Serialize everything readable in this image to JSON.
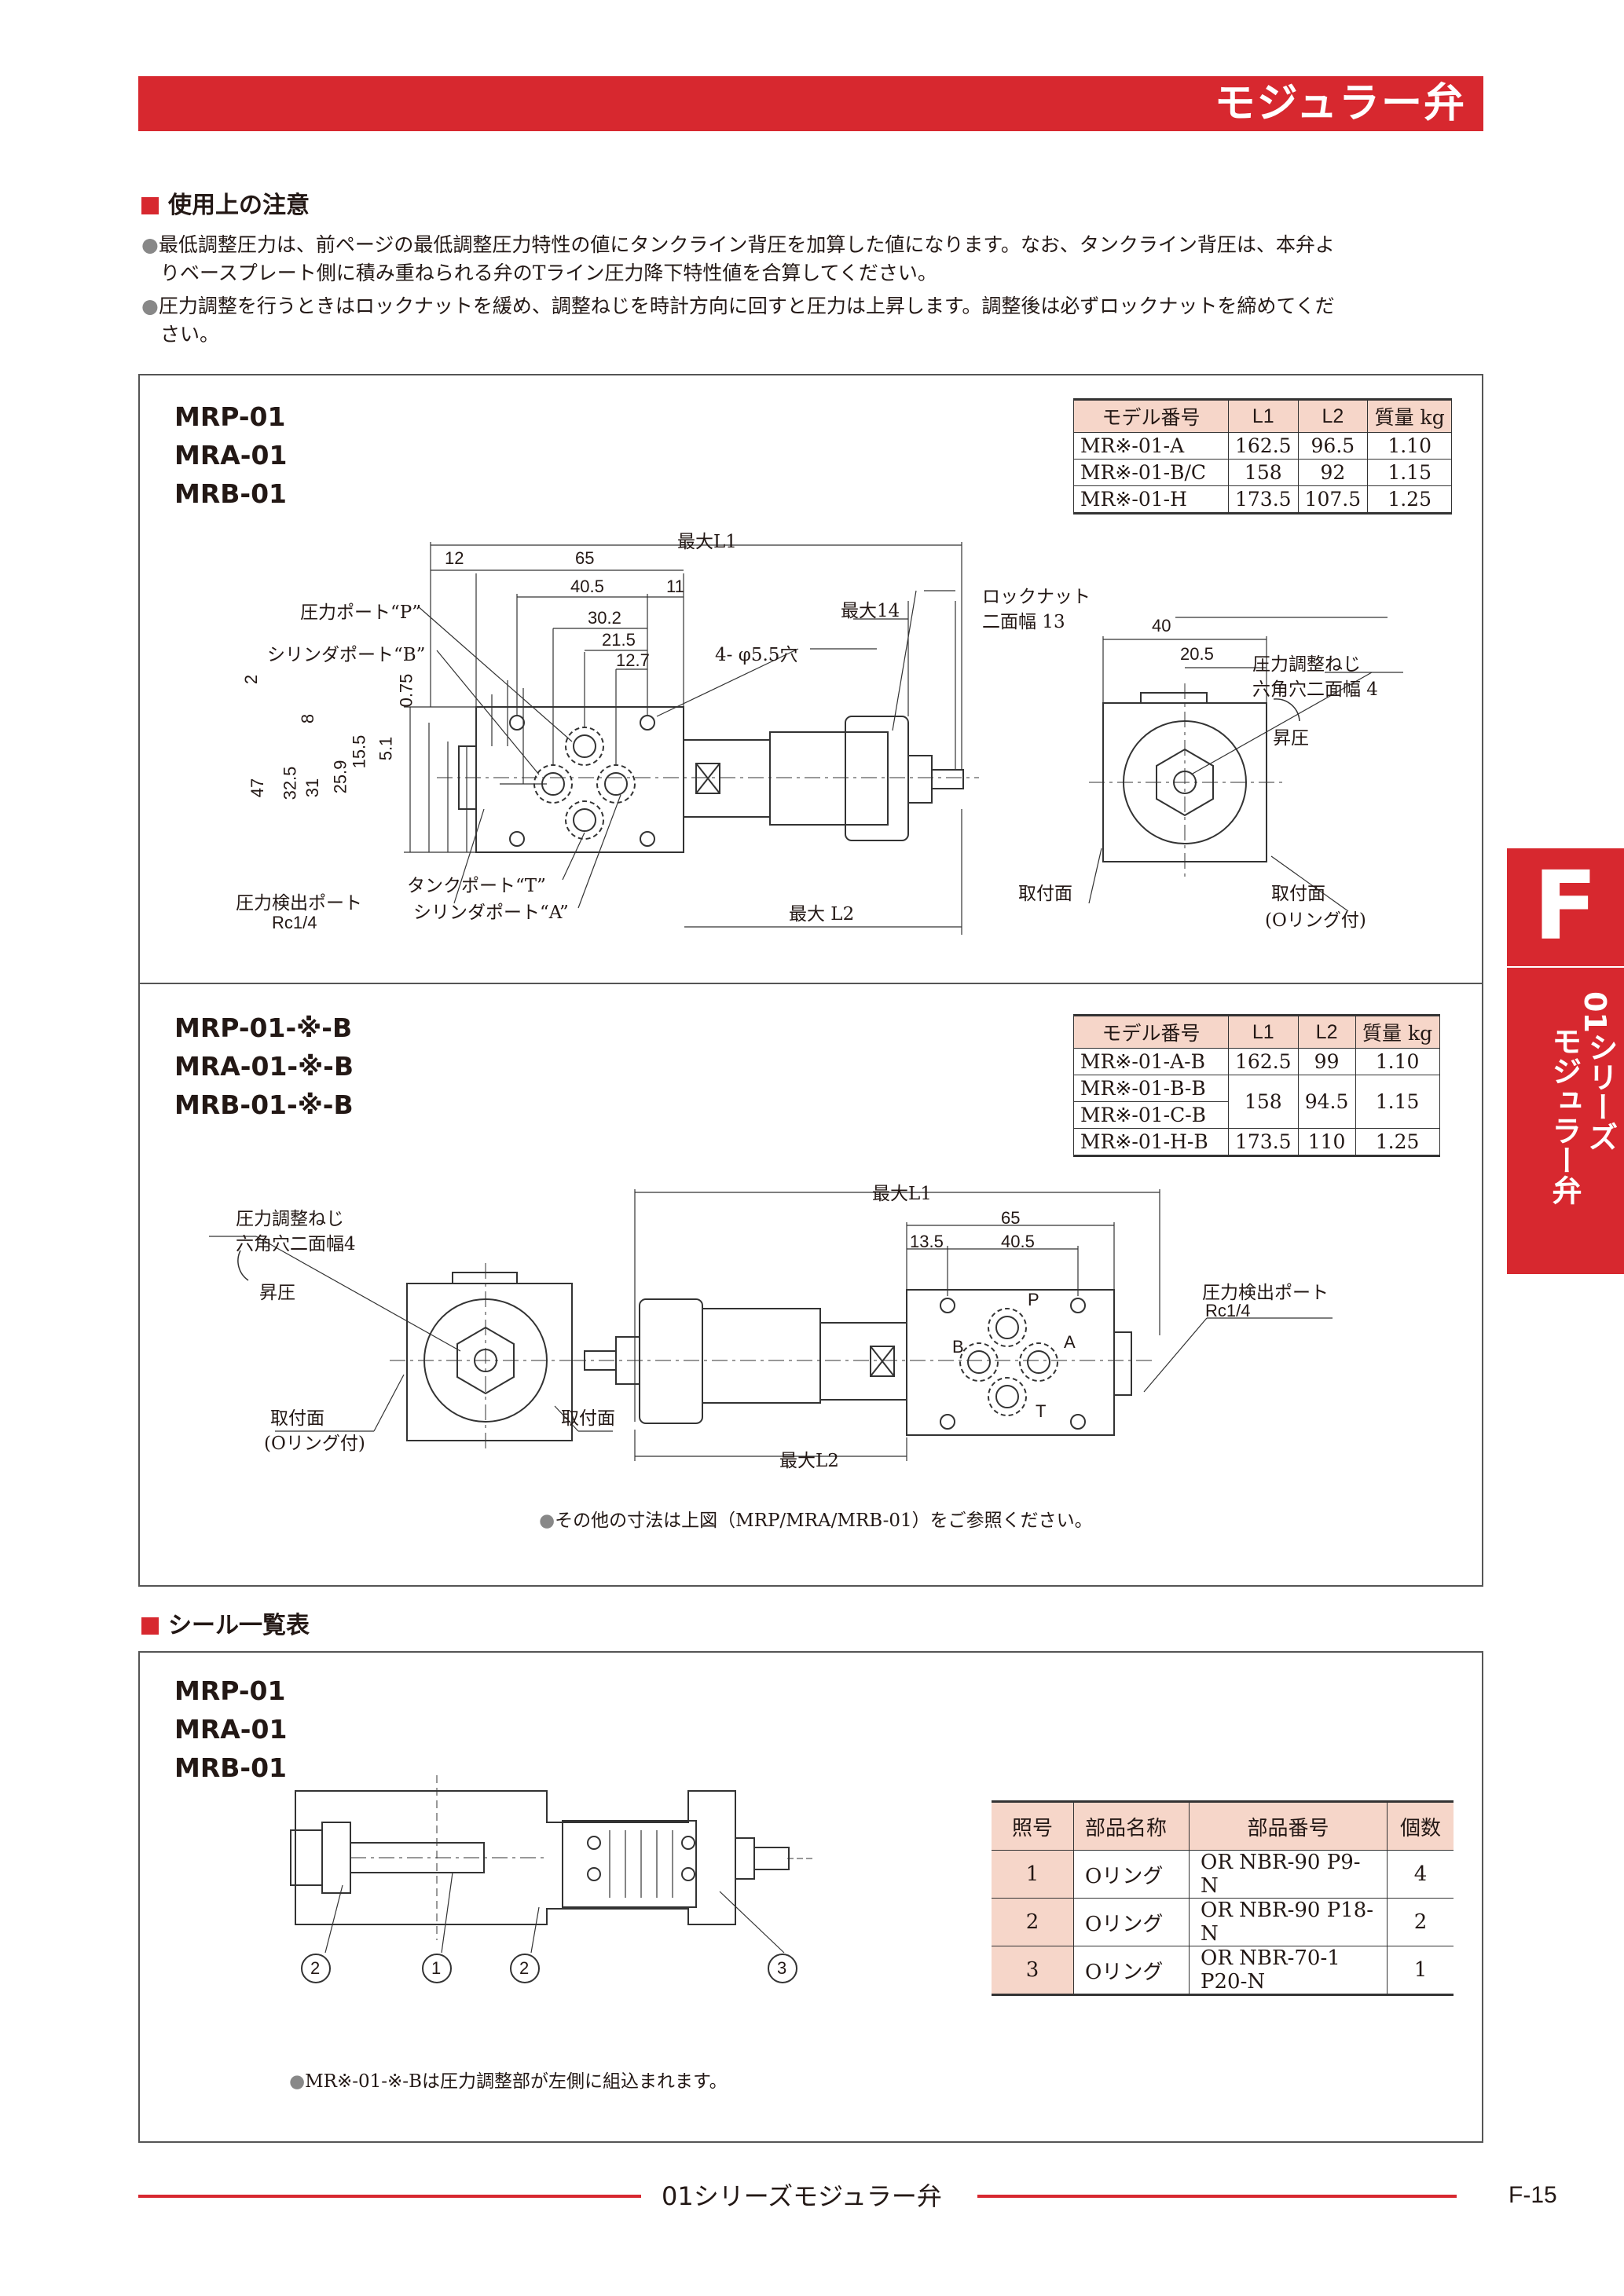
{
  "header": {
    "title": "モジュラー弁"
  },
  "side_tab": {
    "letter": "F",
    "line1": "01",
    "line2": "シリーズ",
    "line3": "モジュラー弁"
  },
  "usage": {
    "heading": "使用上の注意",
    "notes": [
      {
        "line1": "最低調整圧力は、前ページの最低調整圧力特性の値にタンクライン背圧を加算した値になります。なお、タンクライン背圧は、本弁よ",
        "line2": "りベースプレート側に積み重ねられる弁のTライン圧力降下特性値を合算してください。"
      },
      {
        "line1": "圧力調整を行うときはロックナットを緩め、調整ねじを時計方向に回すと圧力は上昇します。調整後は必ずロックナットを締めてくだ",
        "line2": "さい。"
      }
    ]
  },
  "section1": {
    "models": [
      "MRP-01",
      "MRA-01",
      "MRB-01"
    ],
    "table_headers": [
      "モデル番号",
      "L1",
      "L2",
      "質量 kg"
    ],
    "rows": [
      [
        "MR※-01-A",
        "162.5",
        "96.5",
        "1.10"
      ],
      [
        "MR※-01-B/C",
        "158",
        "92",
        "1.15"
      ],
      [
        "MR※-01-H",
        "173.5",
        "107.5",
        "1.25"
      ]
    ],
    "labels": {
      "max_l1": "最大L1",
      "max_l2": "最大 L2",
      "max14": "最大14",
      "locknut": "ロックナット",
      "locknut_width": "二面幅 13",
      "port_p": "圧力ポート“P”",
      "port_b": "シリンダポート“B”",
      "port_t": "タンクポート“T”",
      "port_a": "シリンダポート“A”",
      "gauge_port": "圧力検出ポート",
      "gauge_size": "Rc1/4",
      "holes": "4- φ5.5穴",
      "adj_screw": "圧力調整ねじ",
      "hex_width": "六角穴二面幅 4",
      "raise": "昇圧",
      "mount_face": "取付面",
      "mount_face2": "取付面",
      "oring": "(Oリング付)"
    },
    "dims": {
      "d12": "12",
      "d65": "65",
      "d40_5": "40.5",
      "d11": "11",
      "d30_2": "30.2",
      "d21_5": "21.5",
      "d12_7": "12.7",
      "d2": "2",
      "d8": "8",
      "d0_75": "0.75",
      "d15_5": "15.5",
      "d5_1": "5.1",
      "d47": "47",
      "d32_5": "32.5",
      "d31": "31",
      "d25_9": "25.9",
      "d40": "40",
      "d20_5": "20.5"
    }
  },
  "section2": {
    "models": [
      "MRP-01-※-B",
      "MRA-01-※-B",
      "MRB-01-※-B"
    ],
    "table_headers": [
      "モデル番号",
      "L1",
      "L2",
      "質量 kg"
    ],
    "rows": [
      [
        "MR※-01-A-B",
        "162.5",
        "99",
        "1.10"
      ],
      [
        "MR※-01-B-B",
        "158",
        "94.5",
        "1.15"
      ],
      [
        "MR※-01-C-B"
      ],
      [
        "MR※-01-H-B",
        "173.5",
        "110",
        "1.25"
      ]
    ],
    "labels": {
      "max_l1": "最大L1",
      "max_l2": "最大L2",
      "adj_screw": "圧力調整ねじ",
      "hex_width": "六角穴二面幅4",
      "raise": "昇圧",
      "mount_face_l": "取付面",
      "oring": "(Oリング付)",
      "mount_face_r": "取付面",
      "gauge_port": "圧力検出ポート",
      "gauge_size": "Rc1/4",
      "p": "P",
      "a": "A",
      "b": "B",
      "t": "T"
    },
    "dims": {
      "d65": "65",
      "d13_5": "13.5",
      "d40_5": "40.5"
    },
    "note": "その他の寸法は上図（MRP/MRA/MRB-01）をご参照ください。"
  },
  "seals": {
    "heading": "シール一覧表",
    "models": [
      "MRP-01",
      "MRA-01",
      "MRB-01"
    ],
    "headers": [
      "照号",
      "部品名称",
      "部品番号",
      "個数"
    ],
    "rows": [
      [
        "1",
        "Oリング",
        "OR NBR-90 P9-N",
        "4"
      ],
      [
        "2",
        "Oリング",
        "OR NBR-90 P18-N",
        "2"
      ],
      [
        "3",
        "Oリング",
        "OR NBR-70-1 P20-N",
        "1"
      ]
    ],
    "callouts": [
      "2",
      "1",
      "2",
      "3"
    ],
    "note": "MR※-01-※-Bは圧力調整部が左側に組込まれます。"
  },
  "footer": {
    "title": "01シリーズモジュラー弁",
    "page": "F-15"
  }
}
